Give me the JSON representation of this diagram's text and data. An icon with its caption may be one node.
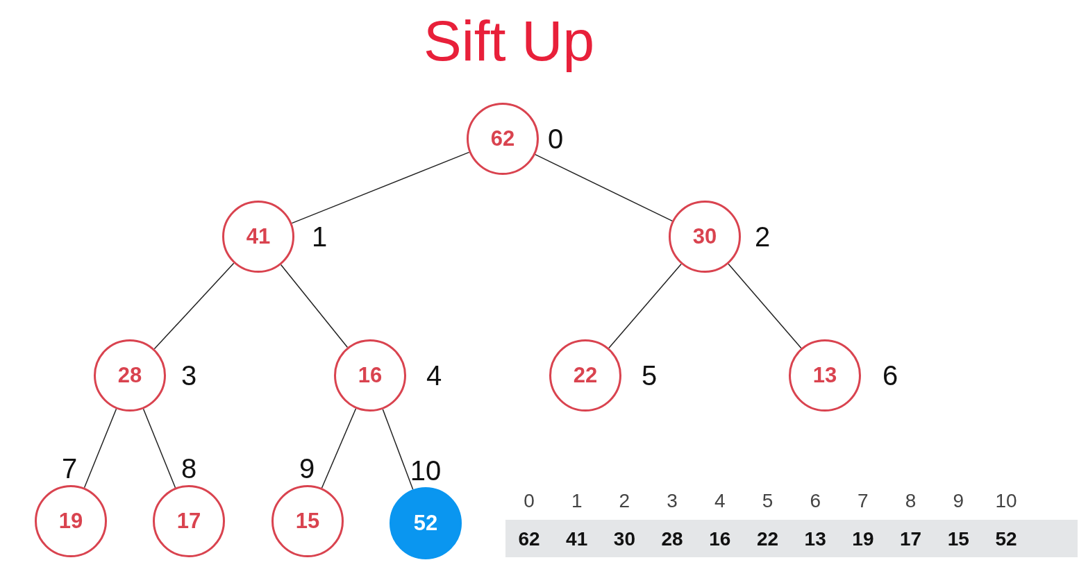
{
  "diagram": {
    "title": "Sift Up",
    "nodes": [
      {
        "text": [
          "62"
        ],
        "beside": [
          "0"
        ]
      },
      {
        "text": [
          "41"
        ],
        "beside": [
          "1"
        ]
      },
      {
        "text": [
          "30"
        ],
        "beside": [
          "2"
        ]
      },
      {
        "text": [
          "28"
        ],
        "beside": [
          "3"
        ]
      },
      {
        "text": [
          "16"
        ],
        "beside": [
          "4"
        ]
      },
      {
        "text": [
          "22"
        ],
        "beside": [
          "5"
        ]
      },
      {
        "text": [
          "13"
        ],
        "beside": [
          "6"
        ]
      },
      {
        "text": [
          "19"
        ],
        "beside": [
          "7"
        ]
      },
      {
        "text": [
          "17"
        ],
        "beside": [
          "8"
        ]
      },
      {
        "text": [
          "15"
        ],
        "beside": [
          "9"
        ]
      },
      {
        "text": [
          "52"
        ],
        "beside": [
          "10"
        ]
      }
    ],
    "edges": [
      {
        "from": 0,
        "to": 1,
        "arrow": "none"
      },
      {
        "from": 0,
        "to": 2,
        "arrow": "none"
      },
      {
        "from": 1,
        "to": 3,
        "arrow": "none"
      },
      {
        "from": 1,
        "to": 4,
        "arrow": "none"
      },
      {
        "from": 2,
        "to": 5,
        "arrow": "none"
      },
      {
        "from": 2,
        "to": 6,
        "arrow": "none"
      },
      {
        "from": 3,
        "to": 7,
        "arrow": "none"
      },
      {
        "from": 3,
        "to": 8,
        "arrow": "none"
      },
      {
        "from": 4,
        "to": 9,
        "arrow": "none"
      },
      {
        "from": 4,
        "to": 10,
        "arrow": "none"
      }
    ],
    "labels": [
      "0",
      "1",
      "2",
      "3",
      "4",
      "5",
      "6",
      "7",
      "8",
      "9",
      "10",
      "62",
      "41",
      "30",
      "28",
      "16",
      "22",
      "13",
      "19",
      "17",
      "15",
      "52"
    ]
  }
}
